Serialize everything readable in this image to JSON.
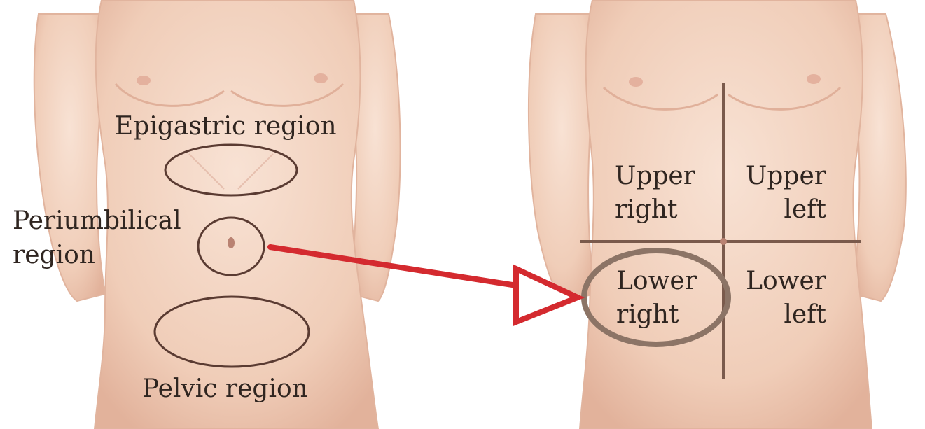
{
  "left_panel": {
    "labels": {
      "epigastric": "Epigastric region",
      "periumbilical_line1": "Periumbilical",
      "periumbilical_line2": "region",
      "pelvic": "Pelvic region"
    }
  },
  "right_panel": {
    "quadrants": {
      "upper_right": [
        "Upper",
        "right"
      ],
      "upper_left": [
        "Upper",
        "left"
      ],
      "lower_right": [
        "Lower",
        "right"
      ],
      "lower_left": [
        "Lower",
        "left"
      ]
    }
  },
  "colors": {
    "skin": "#f3d2bf",
    "skin_shadow": "#e2b29b",
    "outline": "#5a3b32",
    "arrow": "#d42a2f",
    "highlight_ring": "#8c7466"
  }
}
